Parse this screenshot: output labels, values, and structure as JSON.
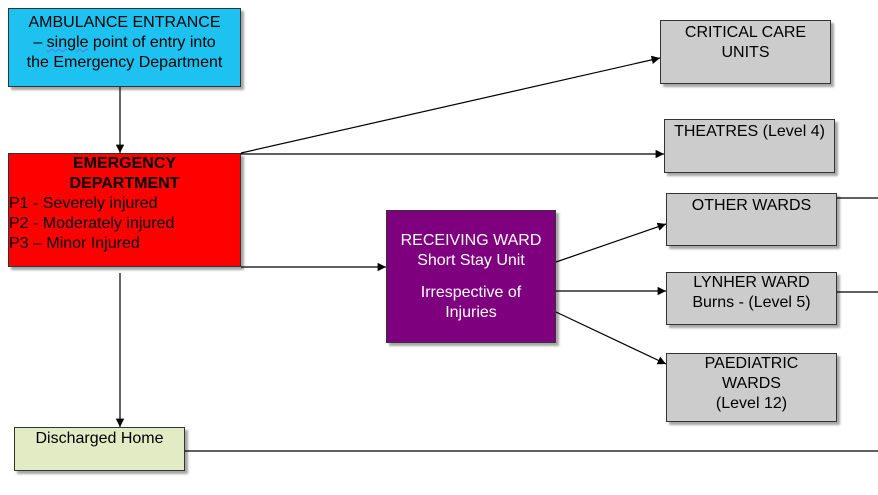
{
  "boxes": {
    "ambulance": {
      "line1": "AMBULANCE ENTRANCE",
      "line2_prefix": "– ",
      "line2_word": "single",
      "line2_suffix": " point of entry into",
      "line3": "the Emergency Department",
      "color": "#1ec2f0"
    },
    "emergency": {
      "title1": "EMERGENCY",
      "title2": "DEPARTMENT",
      "p1": "P1 - Severely injured",
      "p2": "P2 - Moderately injured",
      "p3": "P3 – Minor Injured",
      "color": "#ff0000"
    },
    "receiving": {
      "line1": "RECEIVING WARD",
      "line2": "Short Stay Unit",
      "line3": "Irrespective of",
      "line4": "Injuries",
      "color": "#7f007f"
    },
    "critical_care": {
      "line1": "CRITICAL CARE",
      "line2": "UNITS",
      "color": "#cccccc"
    },
    "theatres": {
      "line1": "THEATRES (Level 4)",
      "color": "#cccccc"
    },
    "other_wards": {
      "line1": "OTHER WARDS",
      "color": "#cccccc"
    },
    "lynher": {
      "line1": "LYNHER WARD",
      "line2": "Burns - (Level 5)",
      "color": "#cccccc"
    },
    "paediatric": {
      "line1": "PAEDIATRIC",
      "line2": "WARDS",
      "line3": "(Level 12)",
      "color": "#cccccc"
    },
    "discharged": {
      "line1": "Discharged Home",
      "color": "#e3ebc4"
    }
  }
}
